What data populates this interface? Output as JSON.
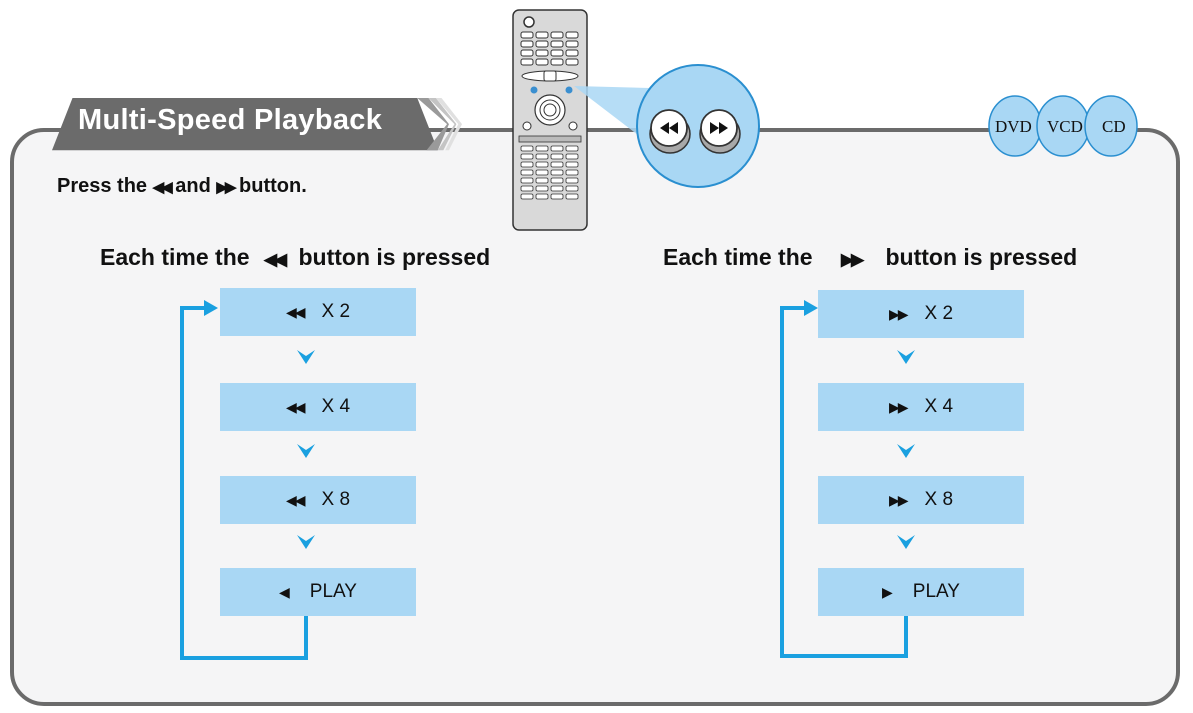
{
  "title": "Multi-Speed Playback",
  "instruction": {
    "prefix": "Press the",
    "rew_symbol": "◀◀",
    "middle": "and",
    "ff_symbol": "▶▶",
    "suffix": "button."
  },
  "disc_types": [
    "DVD",
    "VCD",
    "CD"
  ],
  "columns": {
    "rewind": {
      "heading_prefix": "Each time the",
      "heading_symbol": "◀◀",
      "heading_suffix": "button is pressed",
      "steps": [
        {
          "symbol": "◀◀",
          "label": "X 2"
        },
        {
          "symbol": "◀◀",
          "label": "X 4"
        },
        {
          "symbol": "◀◀",
          "label": "X 8"
        },
        {
          "symbol": "◀",
          "label": "PLAY"
        }
      ]
    },
    "forward": {
      "heading_prefix": "Each time the",
      "heading_symbol": "▶▶",
      "heading_suffix": "button is pressed",
      "steps": [
        {
          "symbol": "▶▶",
          "label": "X 2"
        },
        {
          "symbol": "▶▶",
          "label": "X 4"
        },
        {
          "symbol": "▶▶",
          "label": "X 8"
        },
        {
          "symbol": "▶",
          "label": "PLAY"
        }
      ]
    }
  },
  "colors": {
    "step_fill": "#a9d7f4",
    "flow_line": "#1aa0e0",
    "title_tab": "#6b6b6b",
    "panel_border": "#6b6b6b"
  }
}
